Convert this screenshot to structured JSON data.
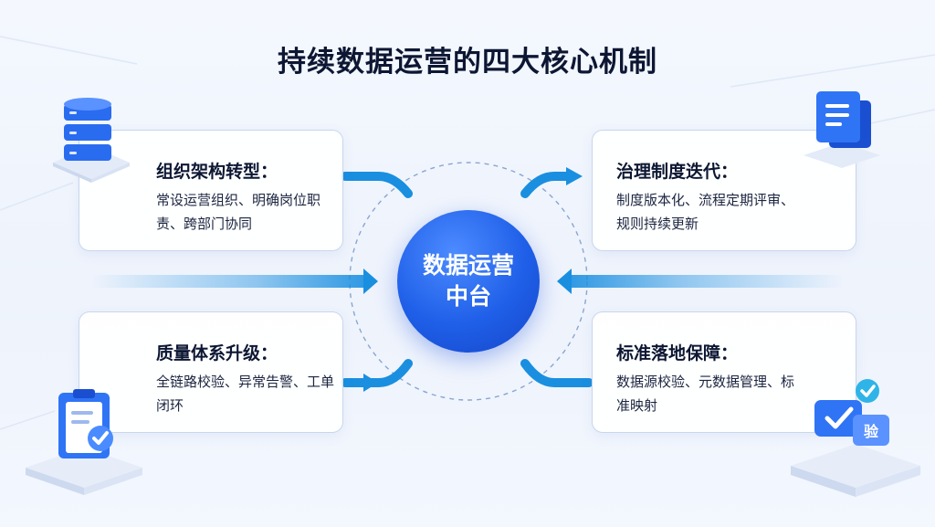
{
  "title": "持续数据运营的四大核心机制",
  "hub": {
    "label": "数据运营中台"
  },
  "mechanisms": [
    {
      "title": "组织架构转型：",
      "desc": "常设运营组织、明确岗位职责、跨部门协同",
      "icon": "database-icon"
    },
    {
      "title": "治理制度迭代：",
      "desc": "制度版本化、流程定期评审、规则持续更新",
      "icon": "document-icon"
    },
    {
      "title": "质量体系升级：",
      "desc": "全链路校验、异常告警、工单闭环",
      "icon": "clipboard-check-icon"
    },
    {
      "title": "标准落地保障：",
      "desc": "数据源校验、元数据管理、标准映射",
      "icon": "verify-badge-icon"
    }
  ],
  "badge_text": "验",
  "colors": {
    "accent": "#1f5fe8",
    "arrow": "#1a8fe0",
    "text": "#0d1733"
  }
}
